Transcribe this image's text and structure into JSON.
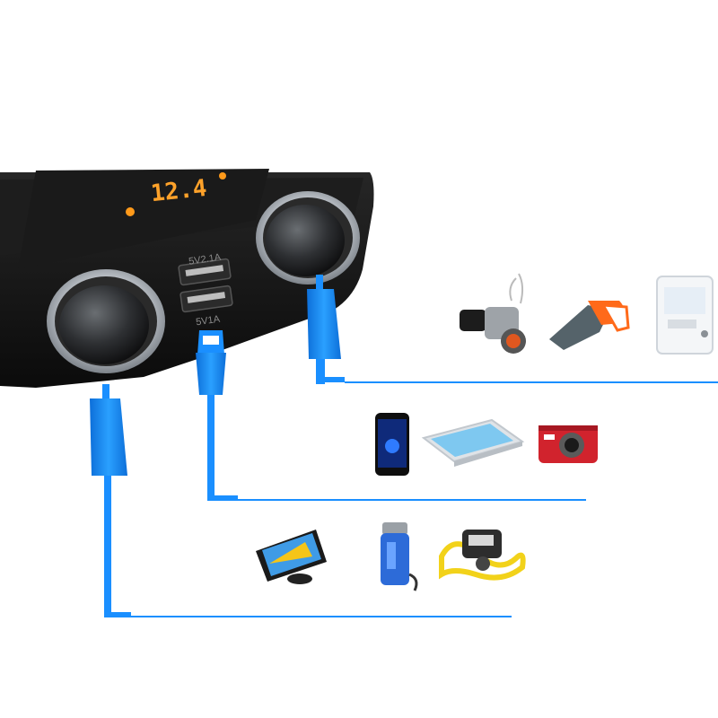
{
  "display": {
    "voltage": "12.4"
  },
  "usb_ports": {
    "top_label": "5V2.1A",
    "bottom_label": "5V1A"
  },
  "colors": {
    "cable_blue": "#1a8fff",
    "device_body": "#141414",
    "display_amber": "#ff9a1a",
    "chrome": "#cfd3d8"
  },
  "device_groups": [
    {
      "name": "socket-devices",
      "items": [
        "cigarette-lighter-icon",
        "handheld-vacuum-icon",
        "mini-fridge-icon"
      ]
    },
    {
      "name": "usb-devices",
      "items": [
        "smartphone-icon",
        "tablet-icon",
        "camera-icon"
      ]
    },
    {
      "name": "lower-socket-devices",
      "items": [
        "gps-navigator-icon",
        "travel-kettle-icon",
        "air-compressor-icon"
      ]
    }
  ]
}
